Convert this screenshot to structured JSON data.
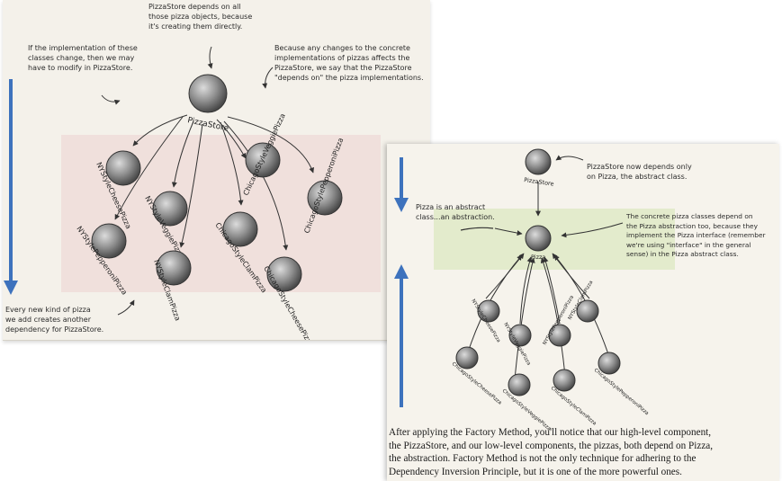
{
  "left_panel": {
    "note_top": "PizzaStore depends on all\nthose pizza objects, because\nit's creating them directly.",
    "note_left": "If the implementation of these\nclasses change, then we may\nhave to modify in PizzaStore.",
    "note_right": "Because any changes to the concrete\nimplementations of pizzas affects the\nPizzaStore, we say that the PizzaStore\n\"depends on\" the pizza implementations.",
    "note_bottom": "Every new kind of pizza\nwe add creates another\ndependency for PizzaStore.",
    "store_label": "PizzaStore",
    "pizzas": [
      "NYStyleCheesePizza",
      "NYStyleVeggiePizza",
      "NYStylePepperoniPizza",
      "NYStyleClamPizza",
      "ChicagoStyleVeggiePizza",
      "ChicagoStyleClamPizza",
      "ChicagoStylePepperoniPizza",
      "ChicagoStyleCheesePizza"
    ]
  },
  "right_panel": {
    "store_label": "PizzaStore",
    "pizza_label": "Pizza",
    "note_store": "PizzaStore now depends only\non Pizza, the abstract class.",
    "note_abstract": "Pizza is an abstract\nclass...an abstraction.",
    "note_concrete": "The concrete pizza classes depend on\nthe Pizza abstraction too, because they\nimplement the Pizza interface (remember\nwe're using \"interface\" in the general\nsense) in the Pizza abstract class.",
    "pizzas": [
      "NYStyleCheesePizza",
      "NYStyleClamPizza",
      "NYStyleVeggiePizza",
      "NYStylePepperoniPizza",
      "ChicagoStyleCheesePizza",
      "ChicagoStyleVeggiePizza",
      "ChicagoStyleClamPizza",
      "ChicagoStylePepperoniPizza"
    ],
    "paragraph": "After applying the Factory Method, you'll notice that our high-level component,\nthe PizzaStore, and our low-level components, the pizzas, both depend on Pizza,\nthe abstraction.  Factory Method is not the only technique for adhering to the\nDependency Inversion Principle, but it is one of the more powerful ones."
  },
  "colors": {
    "arrow_blue": "#3d72bd",
    "highlight_pink": "#efd9d7",
    "highlight_green": "#dfe9c7",
    "sphere": "#8f8f8f"
  }
}
